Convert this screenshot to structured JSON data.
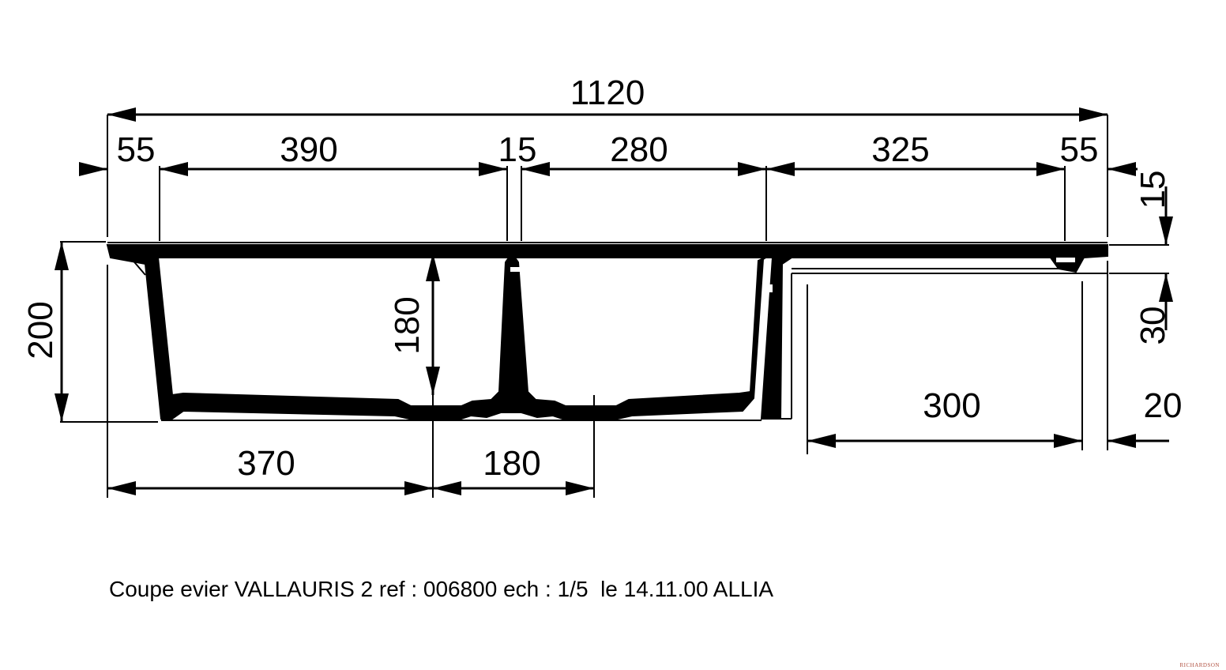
{
  "dimensions": {
    "overall_width": "1120",
    "top_left_rim": "55",
    "bowl1_width": "390",
    "divider": "15",
    "bowl2_width": "280",
    "drainer": "325",
    "top_right_rim": "55",
    "rim_thickness": "15",
    "drainer_drop": "30",
    "total_height": "200",
    "bowl_depth": "180",
    "drain1_offset": "370",
    "drain_spacing": "180",
    "cutout_width": "300",
    "right_margin": "20"
  },
  "caption": "Coupe evier VALLAURIS 2 ref : 006800 ech : 1/5  le 14.11.00 ALLIA",
  "brand": "RICHARDSON"
}
